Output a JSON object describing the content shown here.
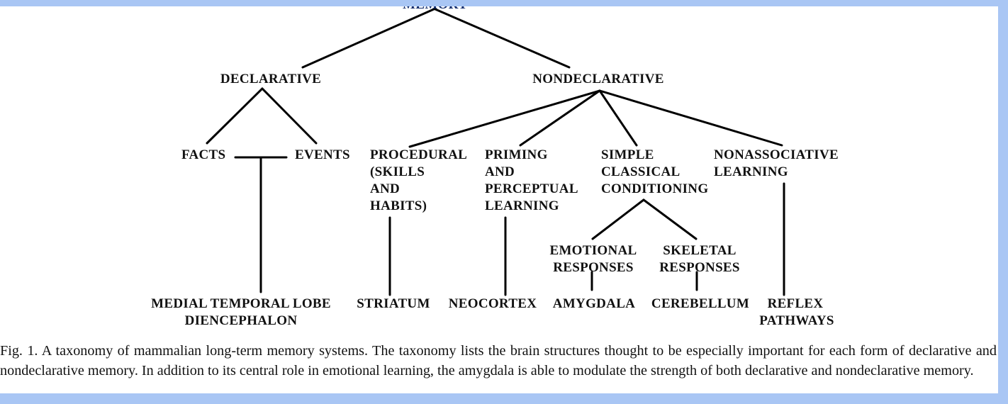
{
  "diagram": {
    "root": "MEMORY",
    "declarative": {
      "label": "DECLARATIVE",
      "facts": "FACTS",
      "events": "EVENTS",
      "structure": [
        "MEDIAL TEMPORAL LOBE",
        "DIENCEPHALON"
      ]
    },
    "nondeclarative": {
      "label": "NONDECLARATIVE",
      "procedural": {
        "lines": [
          "PROCEDURAL",
          "(SKILLS",
          "AND",
          "HABITS)"
        ],
        "structure": "STRIATUM"
      },
      "priming": {
        "lines": [
          "PRIMING",
          "AND",
          "PERCEPTUAL",
          "LEARNING"
        ],
        "structure": "NEOCORTEX"
      },
      "conditioning": {
        "lines": [
          "SIMPLE",
          "CLASSICAL",
          "CONDITIONING"
        ],
        "emotional": {
          "lines": [
            "EMOTIONAL",
            "RESPONSES"
          ],
          "structure": "AMYGDALA"
        },
        "skeletal": {
          "lines": [
            "SKELETAL",
            "RESPONSES"
          ],
          "structure": "CEREBELLUM"
        }
      },
      "nonassociative": {
        "lines": [
          "NONASSOCIATIVE",
          "LEARNING"
        ],
        "structure": [
          "REFLEX",
          "PATHWAYS"
        ]
      }
    }
  },
  "caption": {
    "text": "Fig. 1.  A taxonomy of mammalian long-term memory systems. The taxonomy lists the brain structures thought to be especially important for each form of declarative and nondeclarative memory. In addition to its central role in emotional learning, the amygdala is able to modulate the strength of both declarative and nondeclarative memory."
  }
}
